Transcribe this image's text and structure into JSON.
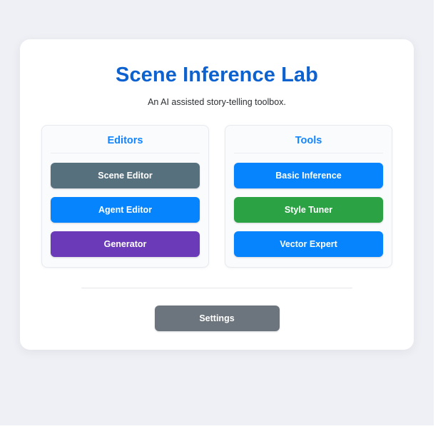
{
  "app": {
    "title": "Scene Inference Lab",
    "subtitle": "An AI assisted story-telling toolbox."
  },
  "groups": [
    {
      "title": "Editors",
      "buttons": [
        {
          "label": "Scene Editor",
          "color": "#57707e",
          "style": "slate"
        },
        {
          "label": "Agent Editor",
          "color": "#0584fe",
          "style": "blue"
        },
        {
          "label": "Generator",
          "color": "#6a3ab8",
          "style": "purple"
        }
      ]
    },
    {
      "title": "Tools",
      "buttons": [
        {
          "label": "Basic Inference",
          "color": "#0584fe",
          "style": "blue"
        },
        {
          "label": "Style Tuner",
          "color": "#2ba344",
          "style": "green"
        },
        {
          "label": "Vector Expert",
          "color": "#0584fe",
          "style": "blue"
        }
      ]
    }
  ],
  "footer": {
    "settings_label": "Settings",
    "settings_color": "#6c757d"
  },
  "theme": {
    "page_background": "#eff0f5",
    "panel_background": "#ffffff",
    "title_color": "#0d62d0",
    "group_title_color": "#1184ff",
    "card_background": "#fafbfc",
    "divider_color": "#e4e6eb"
  }
}
